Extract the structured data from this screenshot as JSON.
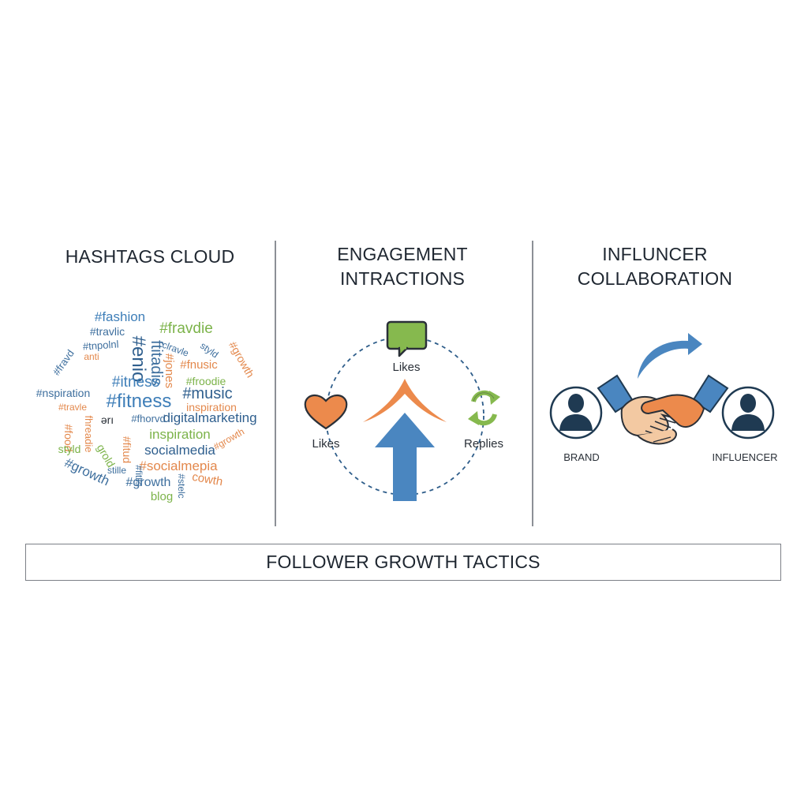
{
  "panels": {
    "hashtags": {
      "title": "HASHTAGS CLOUD",
      "words": [
        {
          "text": "#fashion",
          "color": "#3e7eb8"
        },
        {
          "text": "#travlic",
          "color": "#3e6f9e"
        },
        {
          "text": "#fravdie",
          "color": "#7cb34a"
        },
        {
          "text": "#tnpolnl",
          "color": "#3e6f9e"
        },
        {
          "text": "#enio",
          "color": "#2f5f8e"
        },
        {
          "text": "ftitadis",
          "color": "#3e6f9e"
        },
        {
          "text": "anti",
          "color": "#e3884c"
        },
        {
          "text": "#fravd",
          "color": "#3e6f9e"
        },
        {
          "text": "clravle",
          "color": "#3e6f9e"
        },
        {
          "text": "styld",
          "color": "#3e6f9e"
        },
        {
          "text": "#jones",
          "color": "#e3884c"
        },
        {
          "text": "#fnusic",
          "color": "#e3884c"
        },
        {
          "text": "#growth",
          "color": "#e3884c"
        },
        {
          "text": "#nspiration",
          "color": "#3e6f9e"
        },
        {
          "text": "#itness",
          "color": "#3e7eb8"
        },
        {
          "text": "#froodie",
          "color": "#7cb34a"
        },
        {
          "text": "#travle",
          "color": "#e3884c"
        },
        {
          "text": "#fitness",
          "color": "#3e7eb8"
        },
        {
          "text": "#music",
          "color": "#2f5f8e"
        },
        {
          "text": "inspiration",
          "color": "#e3884c"
        },
        {
          "text": "#food",
          "color": "#e3884c"
        },
        {
          "text": "ərı",
          "color": "#2a3038"
        },
        {
          "text": "#fhorvd",
          "color": "#3e6f9e"
        },
        {
          "text": "digitalmarketing",
          "color": "#2f5f8e"
        },
        {
          "text": "fhreadie",
          "color": "#e3884c"
        },
        {
          "text": "inspiration",
          "color": "#7cb34a"
        },
        {
          "text": "styld",
          "color": "#7cb34a"
        },
        {
          "text": "grold",
          "color": "#7cb34a"
        },
        {
          "text": "#fitud",
          "color": "#e3884c"
        },
        {
          "text": "socialmedia",
          "color": "#2f5f8e"
        },
        {
          "text": "#growth",
          "color": "#e3884c"
        },
        {
          "text": "#socialmepia",
          "color": "#e3884c"
        },
        {
          "text": "#growth",
          "color": "#3e6f9e"
        },
        {
          "text": "stille",
          "color": "#3e6f9e"
        },
        {
          "text": "#fitlis",
          "color": "#3e6f9e"
        },
        {
          "text": "#growth",
          "color": "#3e6f9e"
        },
        {
          "text": "#stelc",
          "color": "#3e6f9e"
        },
        {
          "text": "cowth",
          "color": "#e3884c"
        },
        {
          "text": "blog",
          "color": "#7cb34a"
        }
      ]
    },
    "engagement": {
      "title_line1": "ENGAGEMENT",
      "title_line2": "INTRACTIONS",
      "label_top": "Likes",
      "label_left": "Likes",
      "label_right": "Replies"
    },
    "collaboration": {
      "title_line1": "INFLUNCER",
      "title_line2": "COLLABORATION",
      "label_left": "BRAND",
      "label_right": "INFLUENCER"
    }
  },
  "footer": {
    "label": "FOLLOWER GROWTH TACTICS"
  },
  "icons": {
    "comment": "speech-bubble-icon",
    "heart": "heart-icon",
    "refresh": "refresh-arrows-icon",
    "growth": "growth-arrow-icon",
    "person": "person-silhouette-icon",
    "handshake": "handshake-icon",
    "curved_arrow": "curved-arrow-icon"
  },
  "colors": {
    "blue": "#4a86c0",
    "dark_blue": "#1f3a52",
    "orange": "#ec8a4c",
    "green": "#86b94e",
    "skin": "#f3c9a2"
  }
}
